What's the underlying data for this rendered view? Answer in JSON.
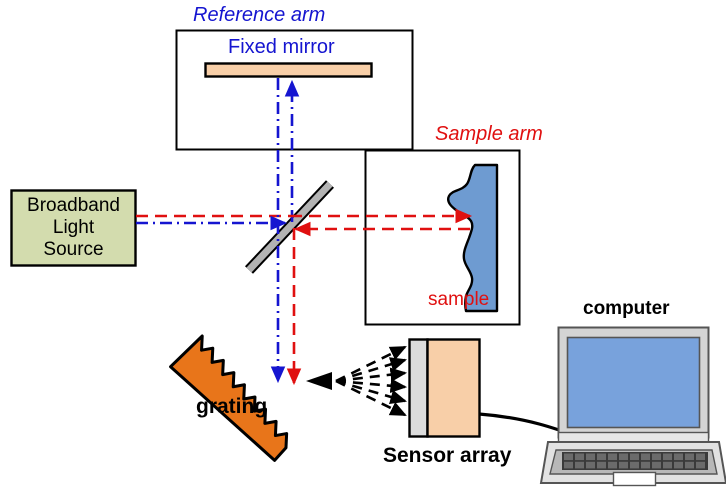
{
  "diagram": {
    "title": "Spectral-domain OCT interferometer schematic",
    "labels": {
      "reference_arm": "Reference arm",
      "fixed_mirror": "Fixed mirror",
      "sample_arm": "Sample arm",
      "sample": "sample",
      "source_line1": "Broadband",
      "source_line2": "Light",
      "source_line3": "Source",
      "grating": "grating",
      "sensor_array": "Sensor array",
      "computer": "computer"
    },
    "colors": {
      "reference_label": "#1515d0",
      "sample_label": "#e01010",
      "source_fill": "#d3dcae",
      "mirror_fill": "#f8cfa8",
      "sample_fill": "#6e9bd1",
      "grating_fill": "#e8751a",
      "beamsplitter_fill": "#b3b3b3",
      "sensor_window_fill": "#dcdcdc",
      "sensor_body_fill": "#f8cfa8",
      "laptop_body_fill": "#d4d4d4",
      "laptop_screen_fill": "#78a2dc",
      "laptop_key_fill": "#3a3a3a",
      "beam_reference": "#1515d0",
      "beam_sample": "#e01010",
      "outline": "#000000"
    },
    "beams": {
      "reference_style": "blue dash-dot",
      "sample_style": "red dashed",
      "source_to_splitter": "both beams travel right from source to beam splitter",
      "splitter_to_mirror": "blue beam travels up to fixed mirror and returns",
      "splitter_to_sample": "red beam travels right to sample and returns",
      "splitter_to_grating": "combined blue and red beams travel down to grating",
      "grating_to_sensor": "six diffracted rays fan out to the sensor array"
    }
  }
}
